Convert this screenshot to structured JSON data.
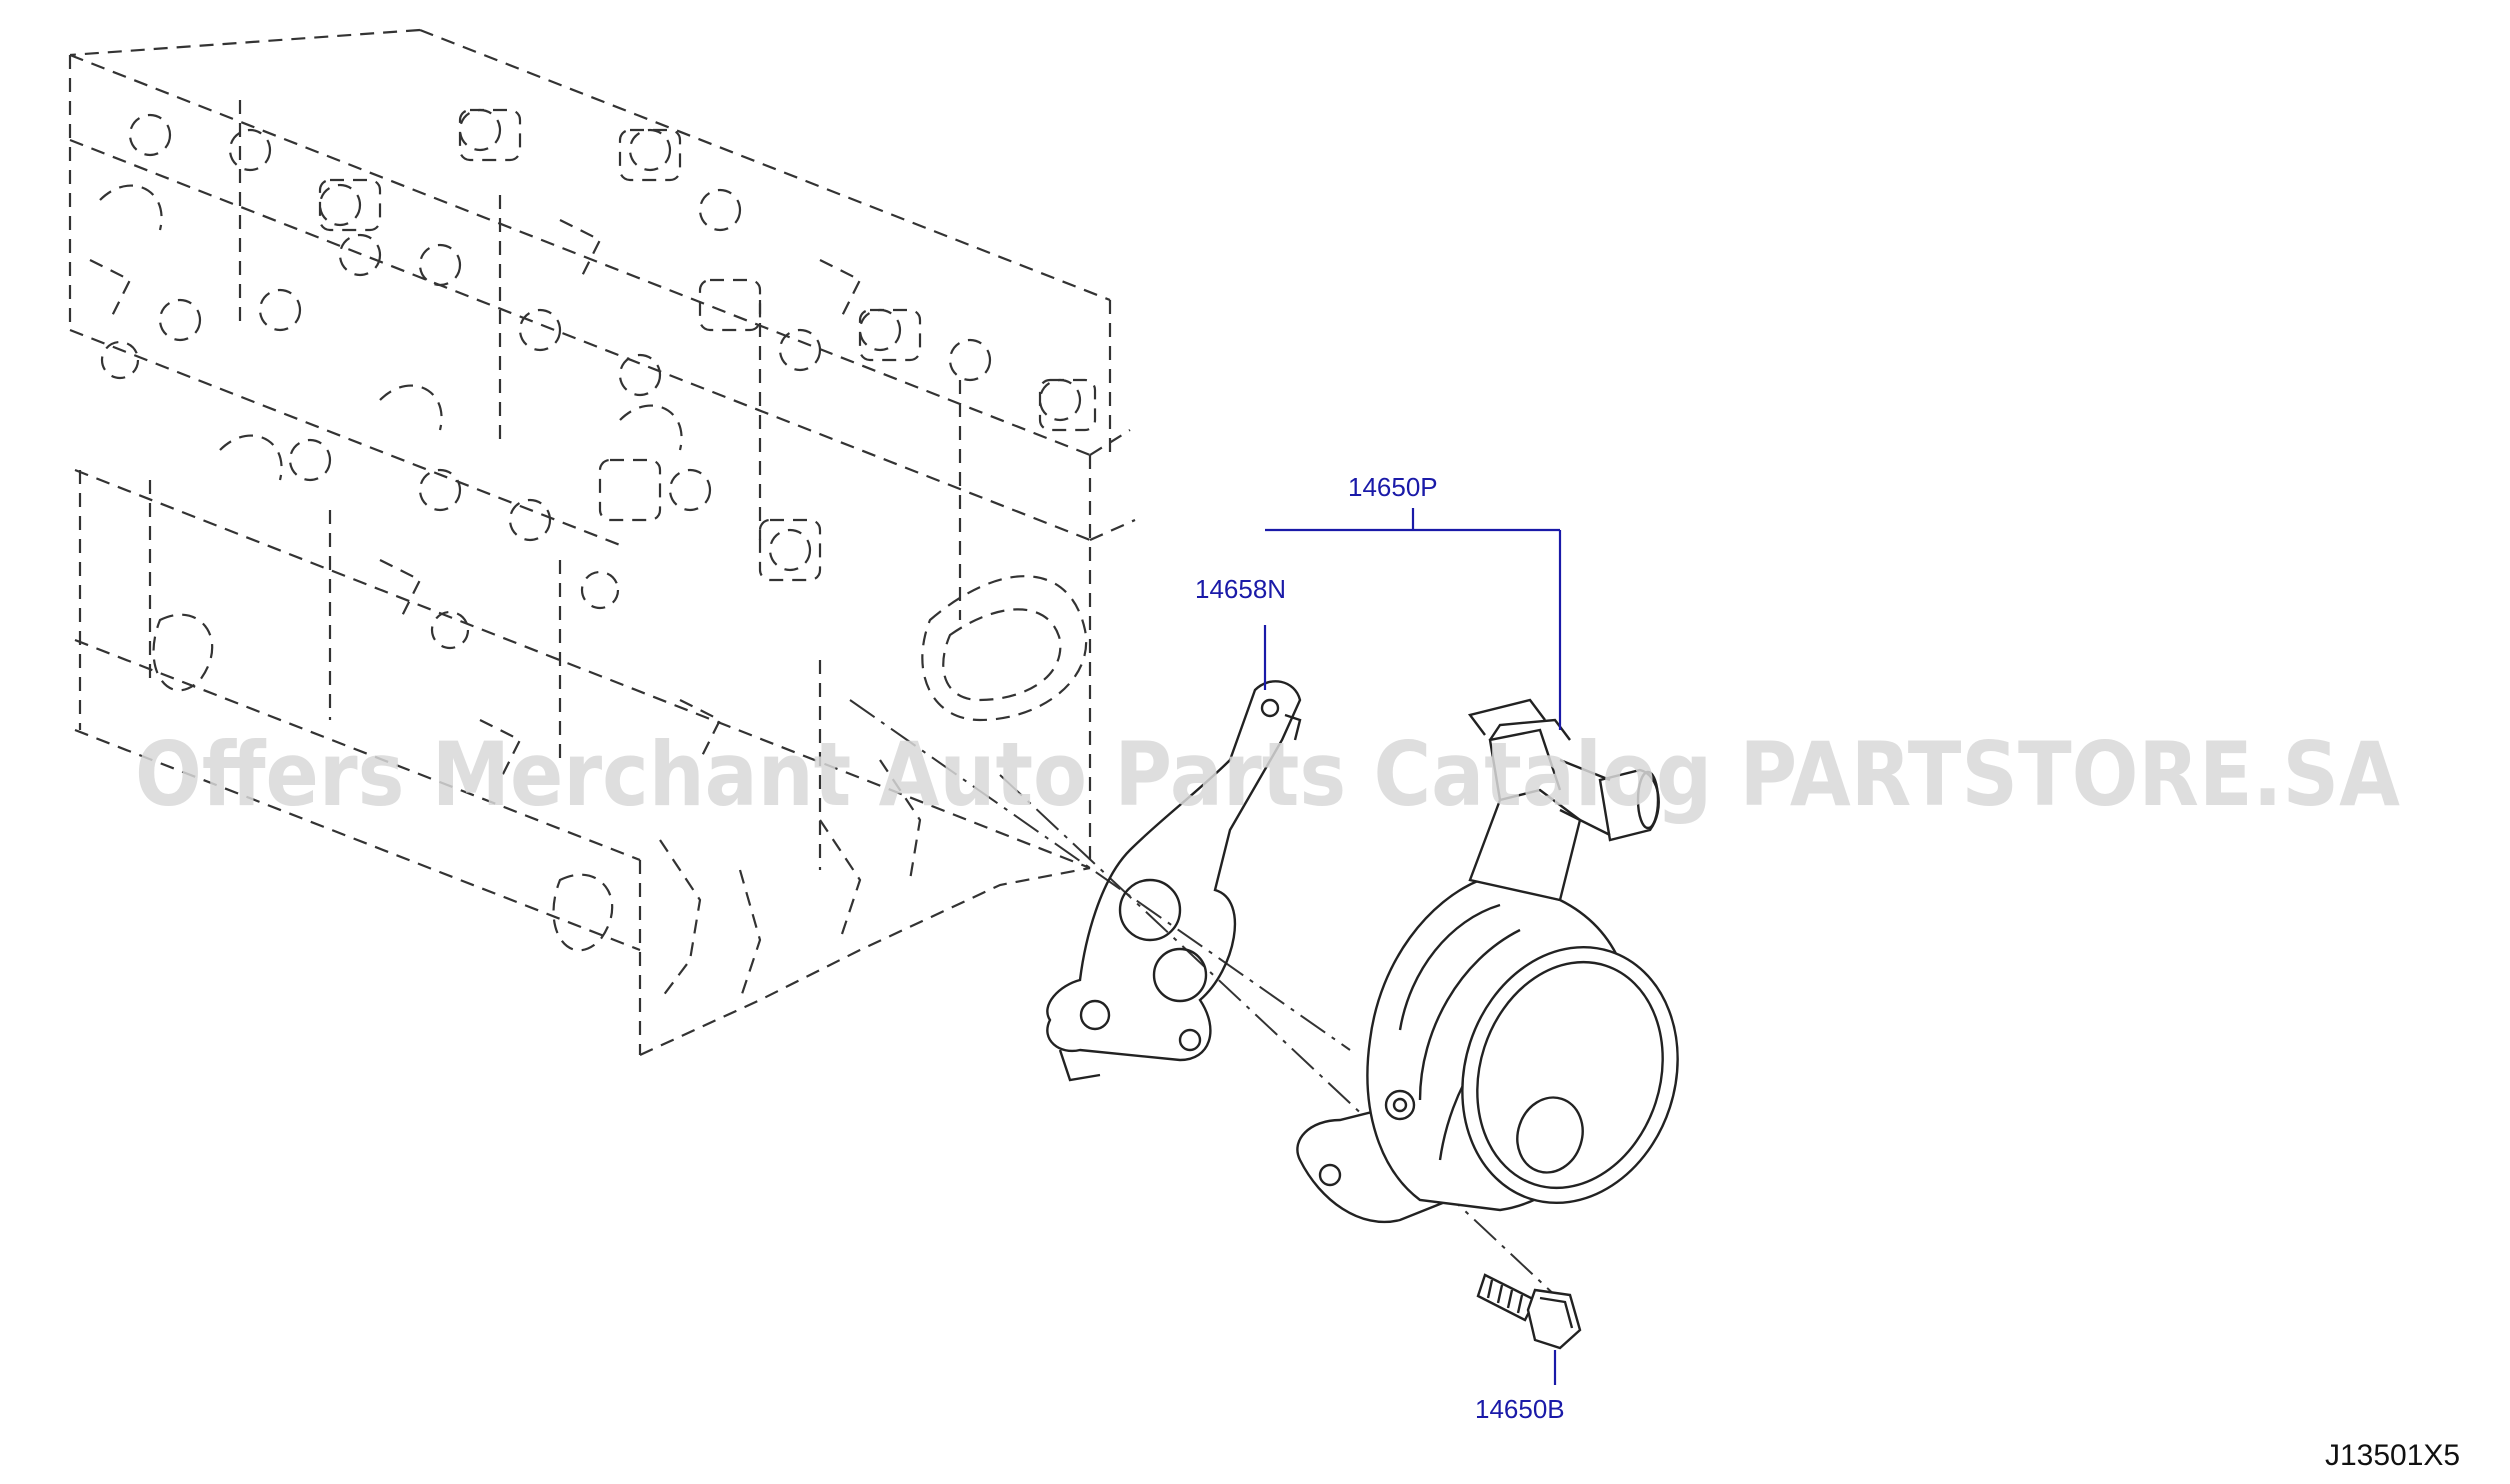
{
  "diagram": {
    "callouts": {
      "vacuum_pump_assy": "14650P",
      "gasket": "14658N",
      "bolt": "14650B"
    },
    "figure_code": "J13501X5",
    "watermark": "Offers Merchant Auto Parts Catalog PARTSTORE.SA",
    "colors": {
      "callout_text": "#1a1aa8",
      "line_art": "#222222",
      "watermark": "#d8d8d8",
      "background": "#ffffff"
    }
  }
}
